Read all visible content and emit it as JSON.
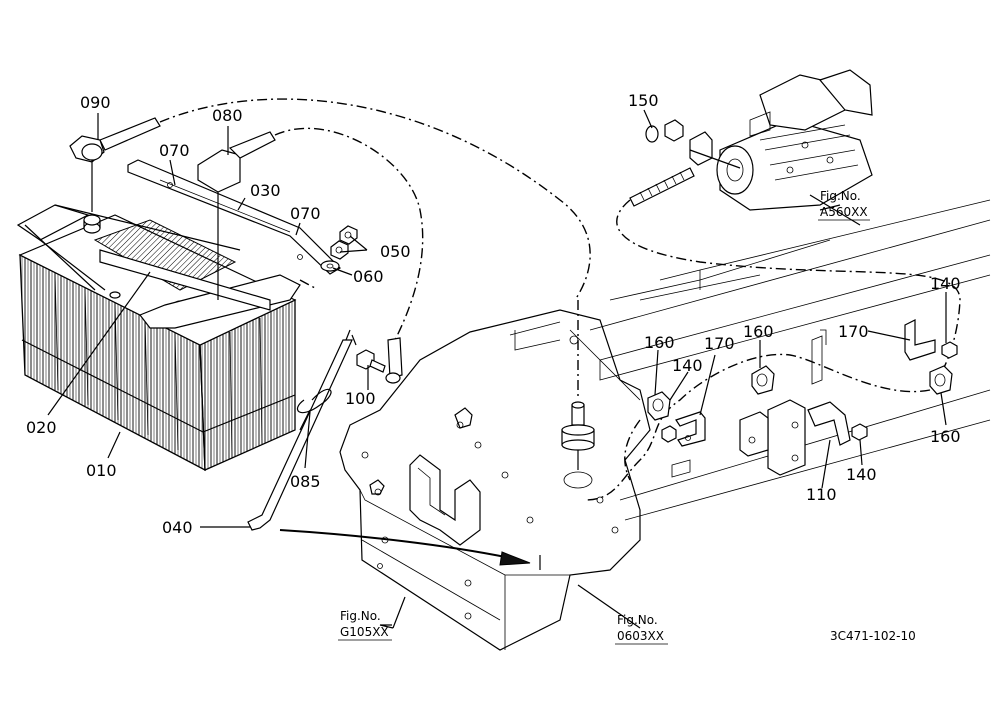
{
  "parts": {
    "p090": "090",
    "p080": "080",
    "p070a": "070",
    "p030": "030",
    "p070b": "070",
    "p050": "050",
    "p060": "060",
    "p020": "020",
    "p010": "010",
    "p100": "100",
    "p085": "085",
    "p040": "040",
    "p150": "150",
    "p140a": "140",
    "p160a": "160",
    "p140b": "140",
    "p170a": "170",
    "p160b": "160",
    "p170b": "170",
    "p160c": "160",
    "p110": "110",
    "p140c": "140"
  },
  "figrefs": {
    "a560_title": "Fig.No.",
    "a560_code": "A560XX",
    "g105_title": "Fig.No.",
    "g105_code": "G105XX",
    "o603_title": "Fig.No.",
    "o603_code": "0603XX"
  },
  "drawing_code": "3C471-102-10"
}
